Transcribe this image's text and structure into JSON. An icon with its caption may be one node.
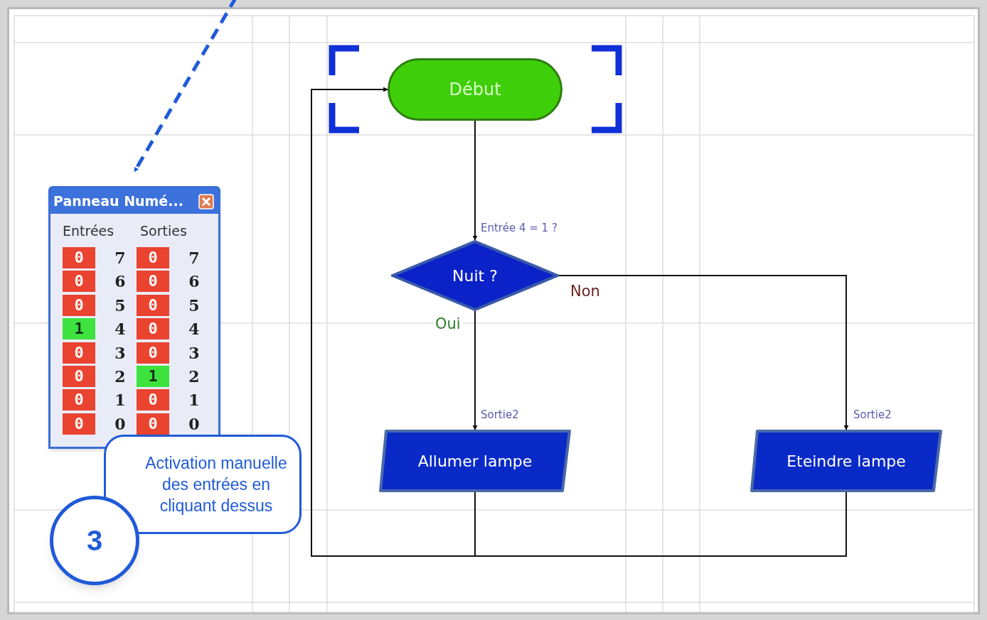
{
  "diagram": {
    "nodes": [
      {
        "text": [
          "Panneau Numé...",
          "Entrées",
          "Sorties"
        ]
      },
      {
        "text": [
          "Activation manuelle des entrées en cliquant dessus"
        ]
      },
      {
        "text": [
          "3"
        ]
      },
      {
        "text": [
          "Début"
        ]
      },
      {
        "text": [
          "Nuit ?"
        ],
        "beside": [
          "Entrée 4 = 1 ?"
        ]
      },
      {
        "text": [
          "Allumer lampe"
        ],
        "beside": [
          "Sortie2"
        ]
      },
      {
        "text": [
          "Eteindre lampe"
        ],
        "beside": [
          "Sortie2"
        ]
      }
    ],
    "edges": [
      {
        "from": null,
        "to": 0,
        "arrow": "to",
        "style": "dashed",
        "color": "#1f5ad8"
      },
      {
        "from": 3,
        "to": 4,
        "arrow": "to"
      },
      {
        "from": 4,
        "to": 5,
        "arrow": "to",
        "label": "Oui"
      },
      {
        "from": 4,
        "to": 6,
        "arrow": "to",
        "label": "Non"
      },
      {
        "from": 5,
        "to": 3,
        "arrow": "to"
      },
      {
        "from": 6,
        "to": 3,
        "arrow": "to"
      }
    ],
    "labels": [
      "0",
      "7",
      "0",
      "7",
      "0",
      "6",
      "0",
      "6",
      "0",
      "5",
      "0",
      "5",
      "1",
      "4",
      "0",
      "4",
      "0",
      "3",
      "0",
      "3",
      "0",
      "2",
      "1",
      "2",
      "0",
      "1",
      "0",
      "1",
      "0",
      "0",
      "0",
      "0"
    ]
  }
}
